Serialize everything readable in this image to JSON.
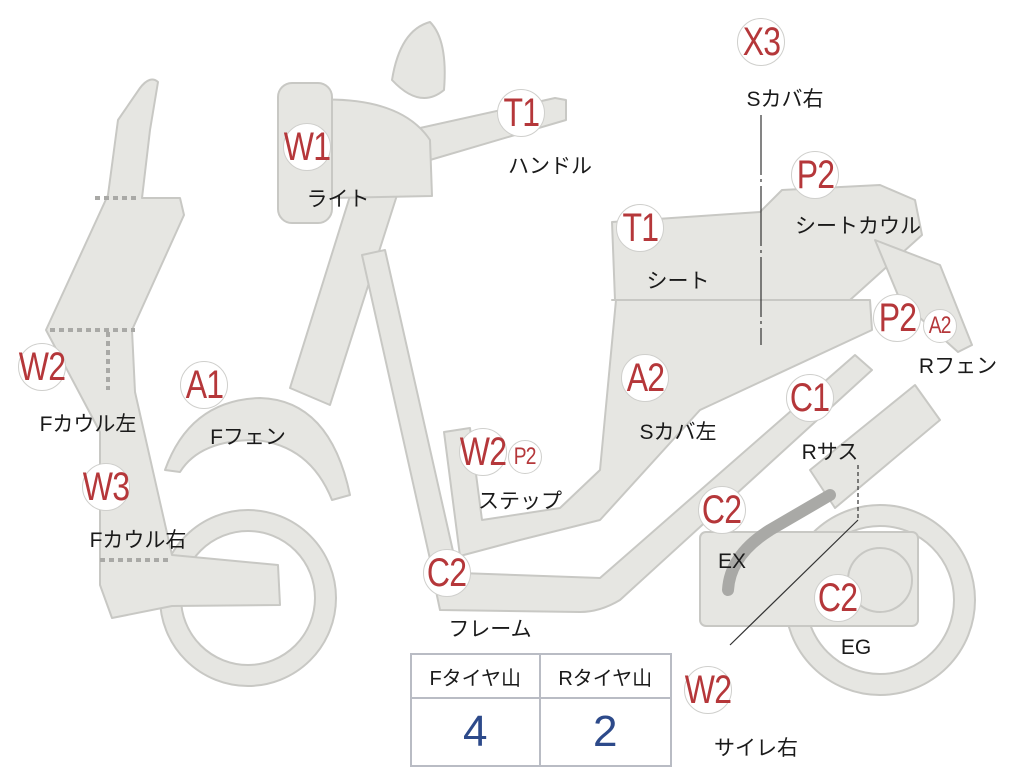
{
  "parts": [
    {
      "codes": [
        "W1"
      ],
      "label": "ライト"
    },
    {
      "codes": [
        "T1"
      ],
      "label": "ハンドル"
    },
    {
      "codes": [
        "X3"
      ],
      "label": "Sカバ右"
    },
    {
      "codes": [
        "P2"
      ],
      "label": "シートカウル"
    },
    {
      "codes": [
        "T1"
      ],
      "label": "シート"
    },
    {
      "codes": [
        "P2",
        "A2"
      ],
      "label": "Rフェン"
    },
    {
      "codes": [
        "W2"
      ],
      "label": "Fカウル左"
    },
    {
      "codes": [
        "A1"
      ],
      "label": "Fフェン"
    },
    {
      "codes": [
        "A2"
      ],
      "label": "Sカバ左"
    },
    {
      "codes": [
        "C1"
      ],
      "label": "Rサス"
    },
    {
      "codes": [
        "W2",
        "P2"
      ],
      "label": "ステップ"
    },
    {
      "codes": [
        "W3"
      ],
      "label": "Fカウル右"
    },
    {
      "codes": [
        "C2"
      ],
      "label": "EX"
    },
    {
      "codes": [
        "C2"
      ],
      "label": "フレーム"
    },
    {
      "codes": [
        "C2"
      ],
      "label": "EG"
    },
    {
      "codes": [
        "W2"
      ],
      "label": "サイレ右"
    }
  ],
  "tire_table": {
    "headers": [
      "Fタイヤ山",
      "Rタイヤ山"
    ],
    "values": [
      "4",
      "2"
    ]
  },
  "colors": {
    "body": "#e6e6e2",
    "outline": "#c8c8c4",
    "code": "#b5373a",
    "value": "#2d4a8a"
  }
}
